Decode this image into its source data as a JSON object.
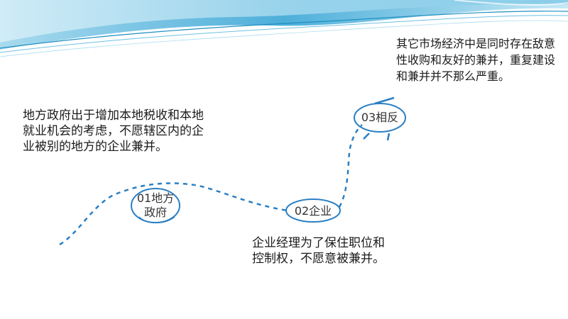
{
  "colors": {
    "accent_blue": "#2a7fc4",
    "wave_dark": "#1f8fbf",
    "wave_light": "#a9dcef",
    "text": "#1a1a1a"
  },
  "nodes": [
    {
      "label": "01地方政府",
      "line1": "01地方",
      "line2": "政府"
    },
    {
      "label": "02企业"
    },
    {
      "label": "03相反"
    }
  ],
  "texts": {
    "left": "地方政府出于增加本地税收和本地就业机会的考虑，不愿辖区内的企业被别的地方的企业兼并。",
    "bottom": "企业经理为了保住职位和控制权，不愿意被兼并。",
    "top": "其它市场经济中是同时存在敌意性收购和友好的兼并，重复建设和兼并并不那么严重。"
  }
}
